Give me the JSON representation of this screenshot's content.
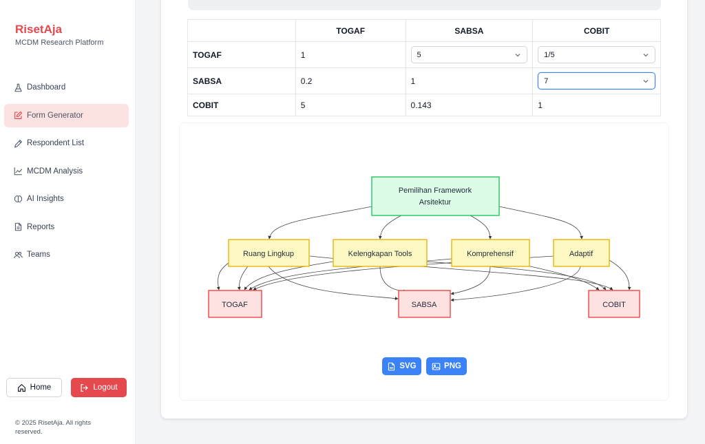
{
  "app": {
    "brand": "RisetAja",
    "tagline": "MCDM Research Platform"
  },
  "sidebar": {
    "items": [
      {
        "label": "Dashboard",
        "icon": "flask-icon"
      },
      {
        "label": "Form Generator",
        "icon": "edit-icon",
        "active": true
      },
      {
        "label": "Respondent List",
        "icon": "pencil-icon"
      },
      {
        "label": "MCDM Analysis",
        "icon": "line-chart-icon"
      },
      {
        "label": "AI Insights",
        "icon": "brain-icon"
      },
      {
        "label": "Reports",
        "icon": "document-icon"
      },
      {
        "label": "Teams",
        "icon": "users-icon"
      }
    ],
    "home_label": "Home",
    "logout_label": "Logout",
    "copyright": "© 2025 RisetAja. All rights reserved."
  },
  "matrix": {
    "headers": [
      "",
      "TOGAF",
      "SABSA",
      "COBIT"
    ],
    "rows": [
      {
        "label": "TOGAF",
        "togaf": "1",
        "sabsa": "5",
        "cobit": "1/5"
      },
      {
        "label": "SABSA",
        "togaf": "0.2",
        "sabsa": "1",
        "cobit": "7"
      },
      {
        "label": "COBIT",
        "togaf": "5",
        "sabsa": "0.143",
        "cobit": "1"
      }
    ]
  },
  "diagram": {
    "goal": {
      "line1": "Pemilihan Framework",
      "line2": "Arsitektur"
    },
    "criteria": [
      "Ruang Lingkup",
      "Kelengkapan Tools",
      "Komprehensif",
      "Adaptif"
    ],
    "alternatives": [
      "TOGAF",
      "SABSA",
      "COBIT"
    ]
  },
  "export": {
    "svg_label": "SVG",
    "png_label": "PNG"
  },
  "colors": {
    "accent": "#e5484d",
    "primary": "#3b82f6",
    "goal_fill": "#dcfce7",
    "goal_stroke": "#22c55e",
    "criteria_fill": "#fef9c3",
    "criteria_stroke": "#eab308",
    "alt_fill": "#fee2e2",
    "alt_stroke": "#ef4444"
  }
}
